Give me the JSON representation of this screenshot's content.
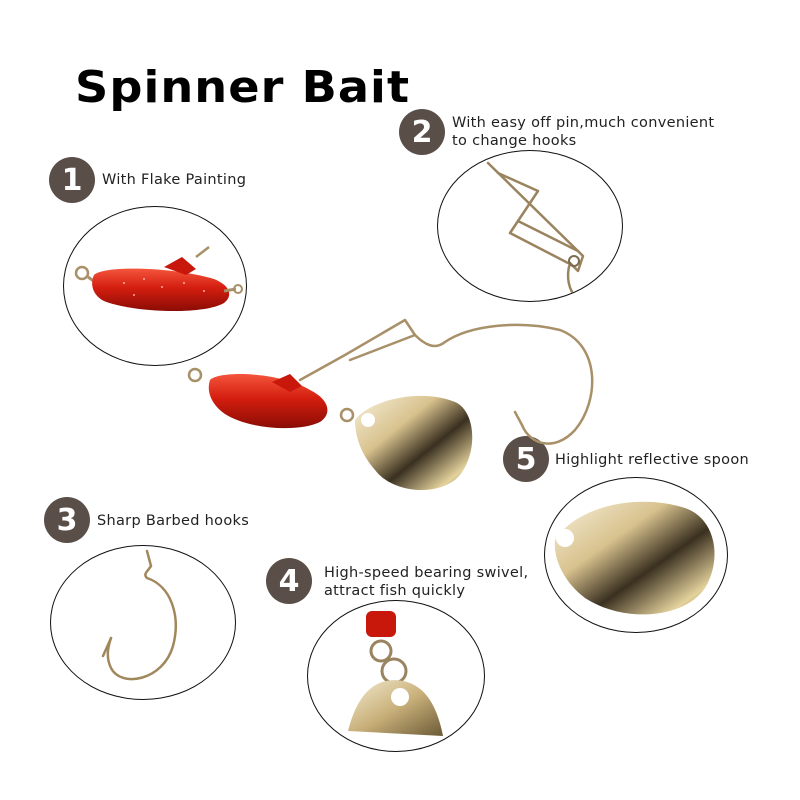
{
  "title": "Spinner Bait",
  "features": [
    {
      "number": "1",
      "text": "With Flake Painting"
    },
    {
      "number": "2",
      "line1": "With easy off pin,much convenient",
      "line2": "to change hooks"
    },
    {
      "number": "3",
      "text": "Sharp Barbed hooks"
    },
    {
      "number": "4",
      "line1": "High-speed bearing swivel,",
      "line2": "attract fish quickly"
    },
    {
      "number": "5",
      "text": "Highlight reflective spoon"
    }
  ],
  "colors": {
    "badge": "#5a4e48",
    "lure_red": "#d41e0f",
    "wire": "#a89068",
    "gold": "#c9b07a"
  }
}
